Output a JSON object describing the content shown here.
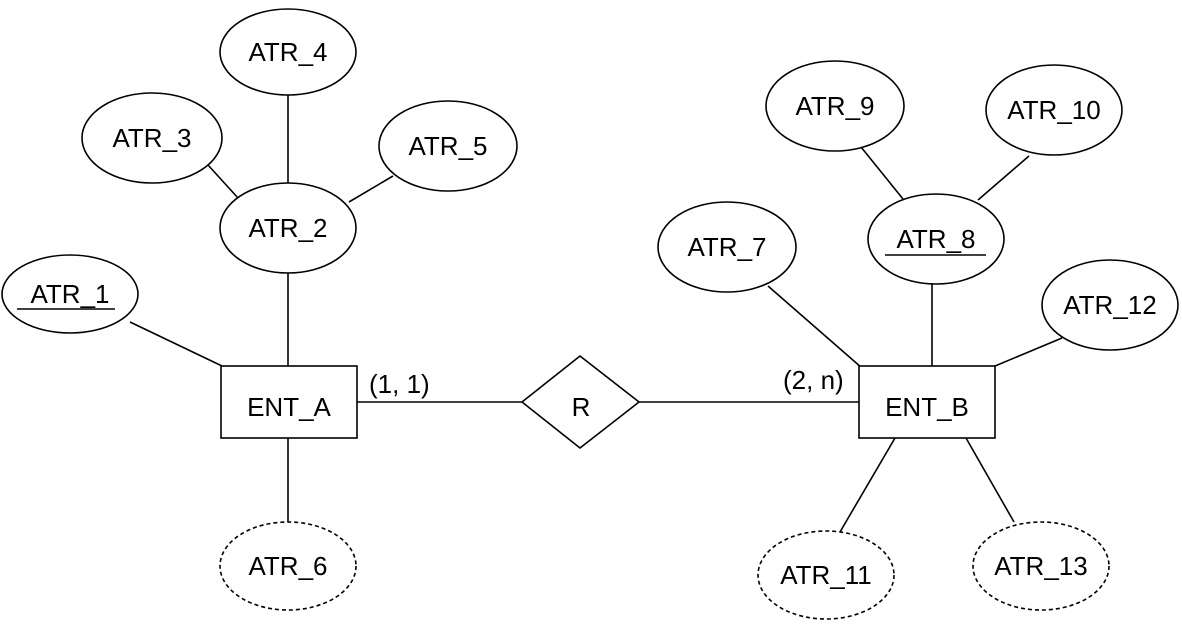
{
  "entities": [
    {
      "id": "ENT_A",
      "label": "ENT_A"
    },
    {
      "id": "ENT_B",
      "label": "ENT_B"
    }
  ],
  "relationships": [
    {
      "id": "R",
      "label": "R"
    }
  ],
  "cardinalities": [
    {
      "id": "card_a",
      "label": "(1, 1)"
    },
    {
      "id": "card_b",
      "label": "(2, n)"
    }
  ],
  "attributes": [
    {
      "id": "ATR_1",
      "label": "ATR_1",
      "kind": "key"
    },
    {
      "id": "ATR_2",
      "label": "ATR_2",
      "kind": "plain"
    },
    {
      "id": "ATR_3",
      "label": "ATR_3",
      "kind": "plain"
    },
    {
      "id": "ATR_4",
      "label": "ATR_4",
      "kind": "plain"
    },
    {
      "id": "ATR_5",
      "label": "ATR_5",
      "kind": "plain"
    },
    {
      "id": "ATR_6",
      "label": "ATR_6",
      "kind": "derived"
    },
    {
      "id": "ATR_7",
      "label": "ATR_7",
      "kind": "plain"
    },
    {
      "id": "ATR_8",
      "label": "ATR_8",
      "kind": "key"
    },
    {
      "id": "ATR_9",
      "label": "ATR_9",
      "kind": "plain"
    },
    {
      "id": "ATR_10",
      "label": "ATR_10",
      "kind": "plain"
    },
    {
      "id": "ATR_11",
      "label": "ATR_11",
      "kind": "derived"
    },
    {
      "id": "ATR_12",
      "label": "ATR_12",
      "kind": "plain"
    },
    {
      "id": "ATR_13",
      "label": "ATR_13",
      "kind": "derived"
    }
  ],
  "connections": [
    [
      "ATR_1",
      "ENT_A"
    ],
    [
      "ATR_2",
      "ENT_A"
    ],
    [
      "ATR_3",
      "ATR_2"
    ],
    [
      "ATR_4",
      "ATR_2"
    ],
    [
      "ATR_5",
      "ATR_2"
    ],
    [
      "ATR_6",
      "ENT_A"
    ],
    [
      "ENT_A",
      "R"
    ],
    [
      "R",
      "ENT_B"
    ],
    [
      "ATR_7",
      "ENT_B"
    ],
    [
      "ATR_8",
      "ENT_B"
    ],
    [
      "ATR_9",
      "ATR_8"
    ],
    [
      "ATR_10",
      "ATR_8"
    ],
    [
      "ATR_11",
      "ENT_B"
    ],
    [
      "ATR_12",
      "ENT_B"
    ],
    [
      "ATR_13",
      "ENT_B"
    ]
  ]
}
